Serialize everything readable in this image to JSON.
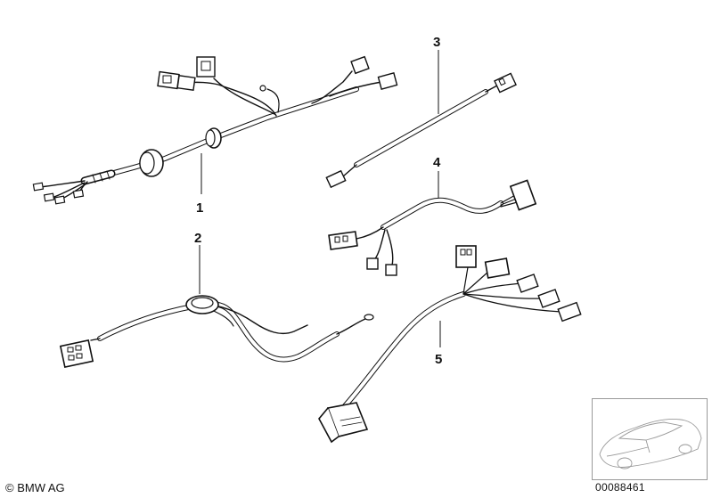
{
  "diagram": {
    "callouts": [
      {
        "id": "1",
        "label": "1"
      },
      {
        "id": "2",
        "label": "2"
      },
      {
        "id": "3",
        "label": "3"
      },
      {
        "id": "4",
        "label": "4"
      },
      {
        "id": "5",
        "label": "5"
      }
    ]
  },
  "footer": {
    "copyright": "© BMW AG",
    "doc_id": "00088461"
  },
  "colors": {
    "line": "#111111",
    "wire_gray": "#555555",
    "thumb_border": "#9a9a9a"
  }
}
